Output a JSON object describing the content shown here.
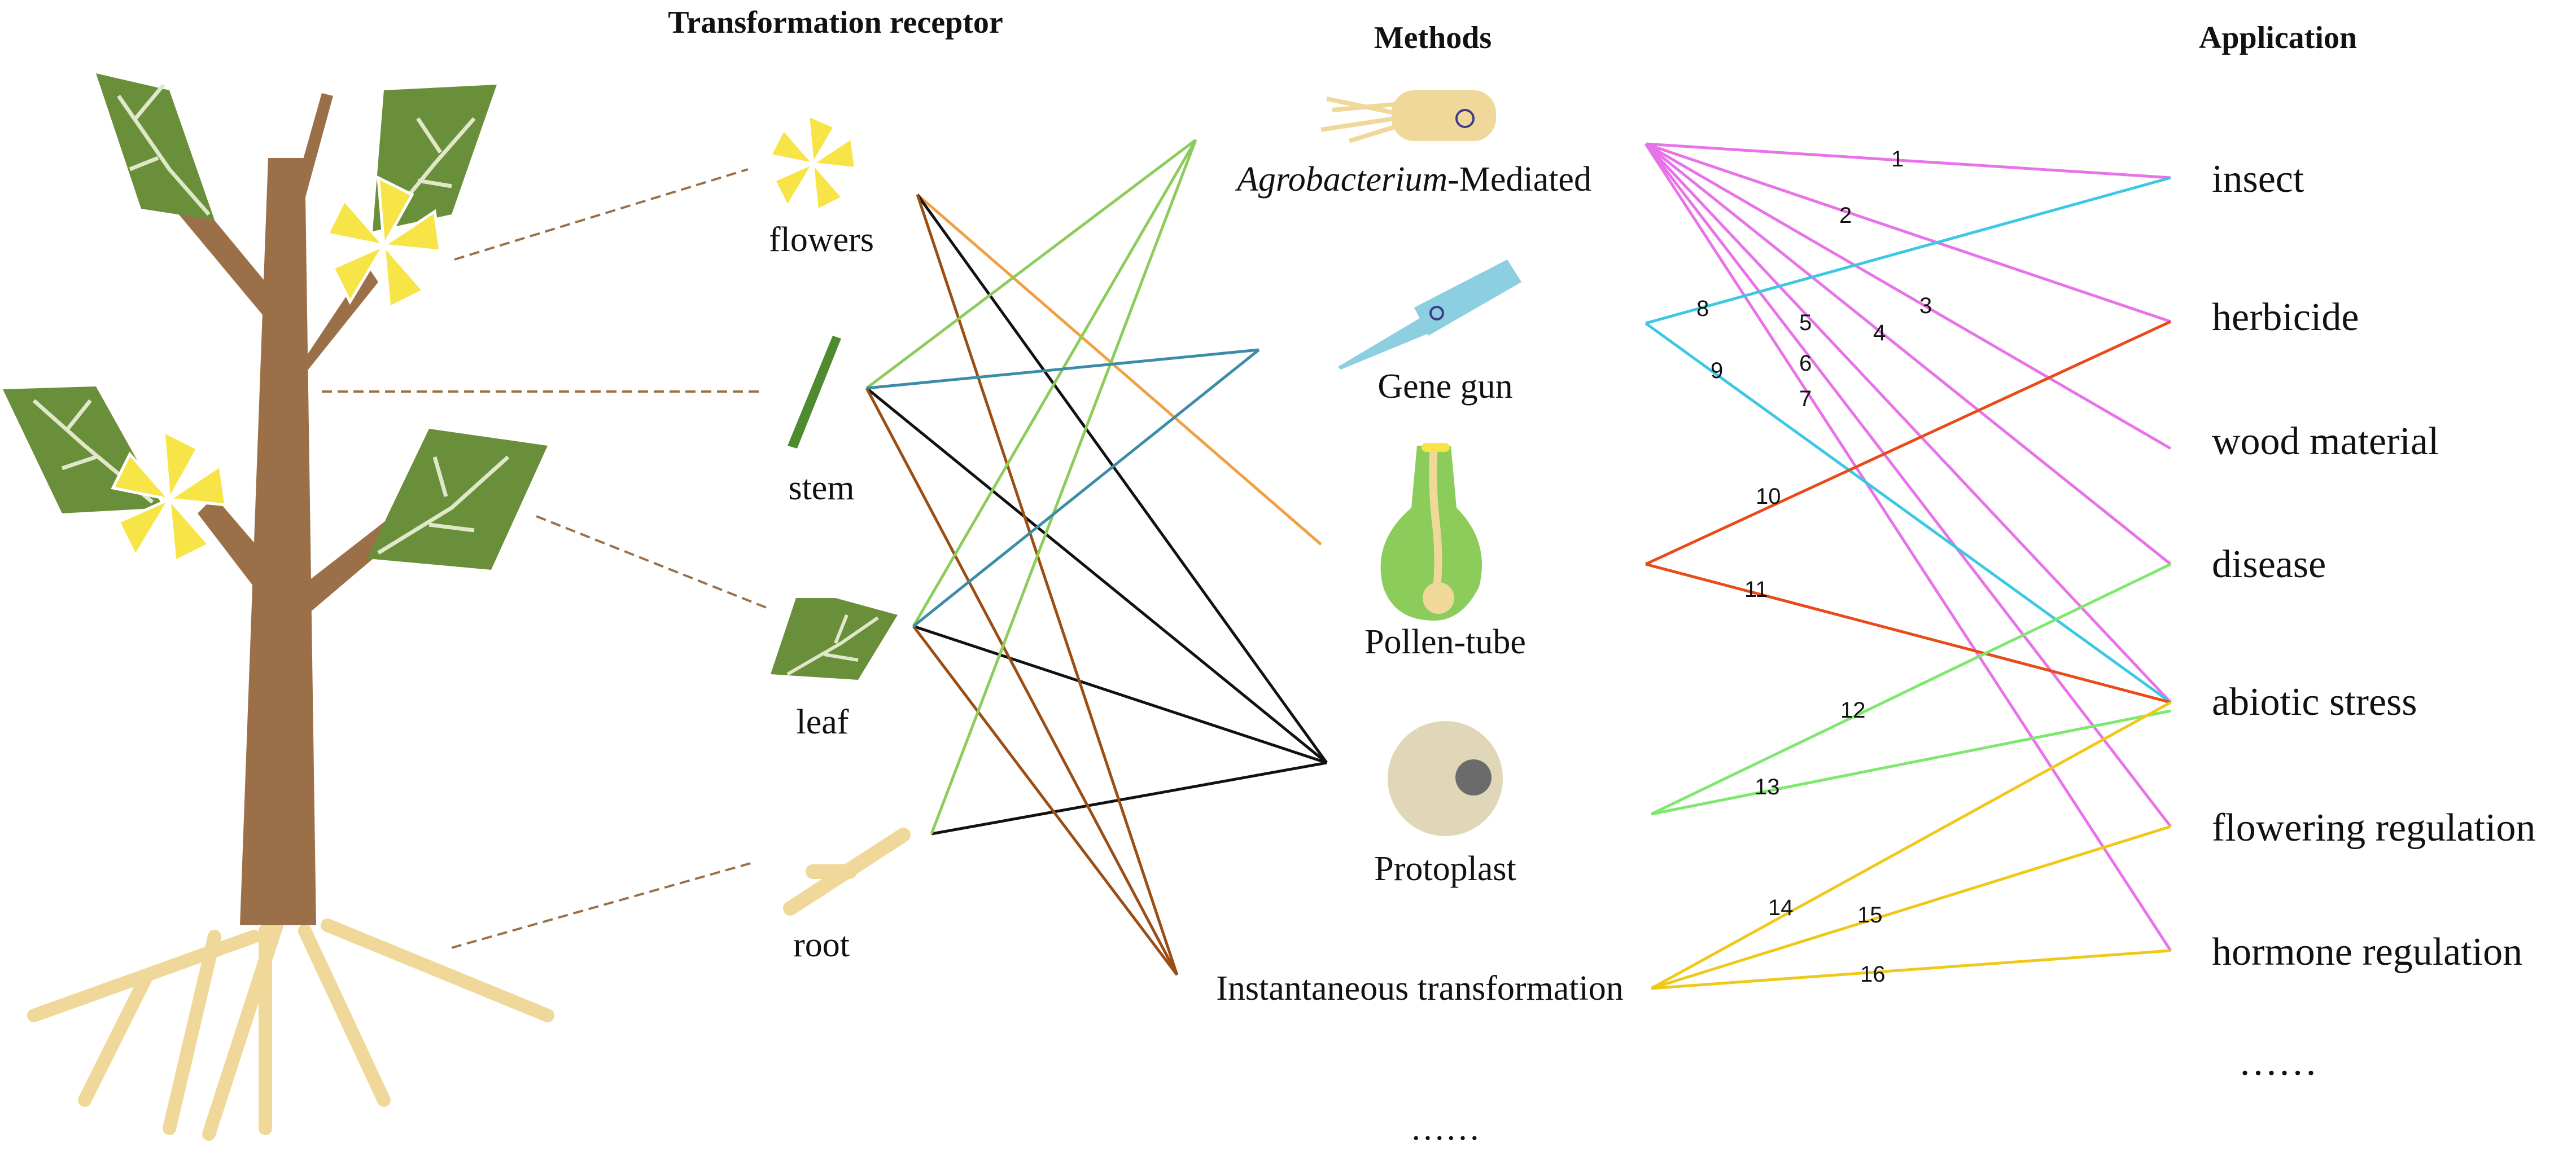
{
  "headers": {
    "receptor": "Transformation receptor",
    "methods": "Methods",
    "application": "Application"
  },
  "receptors": {
    "flowers": "flowers",
    "stem": "stem",
    "leaf": "leaf",
    "root": "root"
  },
  "methods": {
    "agrobacterium_italic": "Agrobacterium",
    "agrobacterium_rest": "-Mediated",
    "gene_gun": "Gene gun",
    "pollen_tube": "Pollen-tube",
    "protoplast": "Protoplast",
    "instantaneous": "Instantaneous transformation",
    "more": "……"
  },
  "applications": {
    "insect": "insect",
    "herbicide": "herbicide",
    "wood_material": "wood material",
    "disease": "disease",
    "abiotic_stress": "abiotic stress",
    "flowering_regulation": "flowering regulation",
    "hormone_regulation": "hormone regulation",
    "more": "……"
  },
  "link_numbers": [
    "1",
    "2",
    "3",
    "4",
    "5",
    "6",
    "7",
    "8",
    "9",
    "10",
    "11",
    "12",
    "13",
    "14",
    "15",
    "16"
  ],
  "colors": {
    "trunk": "#9b7048",
    "leaf": "#6a8f3a",
    "leaf_vein": "#dfe8c8",
    "flower": "#f7e548",
    "root": "#efd89a",
    "dashed": "#9b7048",
    "agrobacterium_links": "#e872e8",
    "gene_gun_links": "#3cc8e4",
    "pollen_tube_links": "#e84a18",
    "protoplast_links": "#7ee86e",
    "instantaneous_links": "#f0c818",
    "flower_links": "#f0a040",
    "stem_links": "#3c8ca8",
    "leaf_links": "#8ccc5a",
    "black_links": "#111111",
    "brown_links": "#9a4e14"
  },
  "icons": [
    "tree-illustration",
    "flower-icon",
    "stem-icon",
    "leaf-icon",
    "root-icon",
    "agrobacterium-icon",
    "gene-gun-icon",
    "pollen-tube-icon",
    "protoplast-icon"
  ]
}
